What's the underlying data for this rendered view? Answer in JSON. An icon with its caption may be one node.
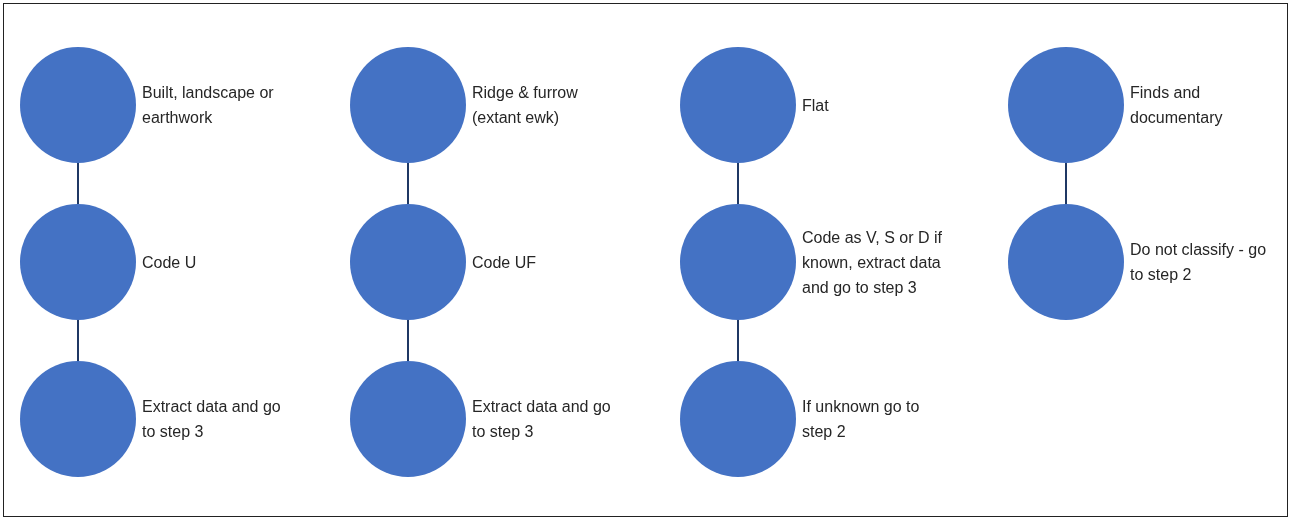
{
  "diagram": {
    "nodes": [
      {
        "text": [],
        "shape": "circle",
        "beside": [
          "Built, landscape or earthwork"
        ]
      },
      {
        "text": [],
        "shape": "circle",
        "beside": [
          "Code U"
        ]
      },
      {
        "text": [],
        "shape": "circle",
        "beside": [
          "Extract data and go to step 3"
        ]
      },
      {
        "text": [],
        "shape": "circle",
        "beside": [
          "Ridge & furrow (extant ewk)"
        ]
      },
      {
        "text": [],
        "shape": "circle",
        "beside": [
          "Code UF"
        ]
      },
      {
        "text": [],
        "shape": "circle",
        "beside": [
          "Extract data and go to step 3"
        ]
      },
      {
        "text": [],
        "shape": "circle",
        "beside": [
          "Flat"
        ]
      },
      {
        "text": [],
        "shape": "circle",
        "beside": [
          "Code as V, S or D if known, extract data and go to step 3"
        ]
      },
      {
        "text": [],
        "shape": "circle",
        "beside": [
          "If unknown go to step 2"
        ]
      },
      {
        "text": [],
        "shape": "circle",
        "beside": [
          "Finds and documentary"
        ]
      },
      {
        "text": [],
        "shape": "circle",
        "beside": [
          "Do not classify - go to step 2"
        ]
      }
    ],
    "edges": [
      {
        "from": 0,
        "to": 1,
        "arrow": "none"
      },
      {
        "from": 1,
        "to": 2,
        "arrow": "none"
      },
      {
        "from": 3,
        "to": 4,
        "arrow": "none"
      },
      {
        "from": 4,
        "to": 5,
        "arrow": "none"
      },
      {
        "from": 6,
        "to": 7,
        "arrow": "none"
      },
      {
        "from": 7,
        "to": 8,
        "arrow": "none"
      },
      {
        "from": 9,
        "to": 10,
        "arrow": "none"
      }
    ]
  }
}
